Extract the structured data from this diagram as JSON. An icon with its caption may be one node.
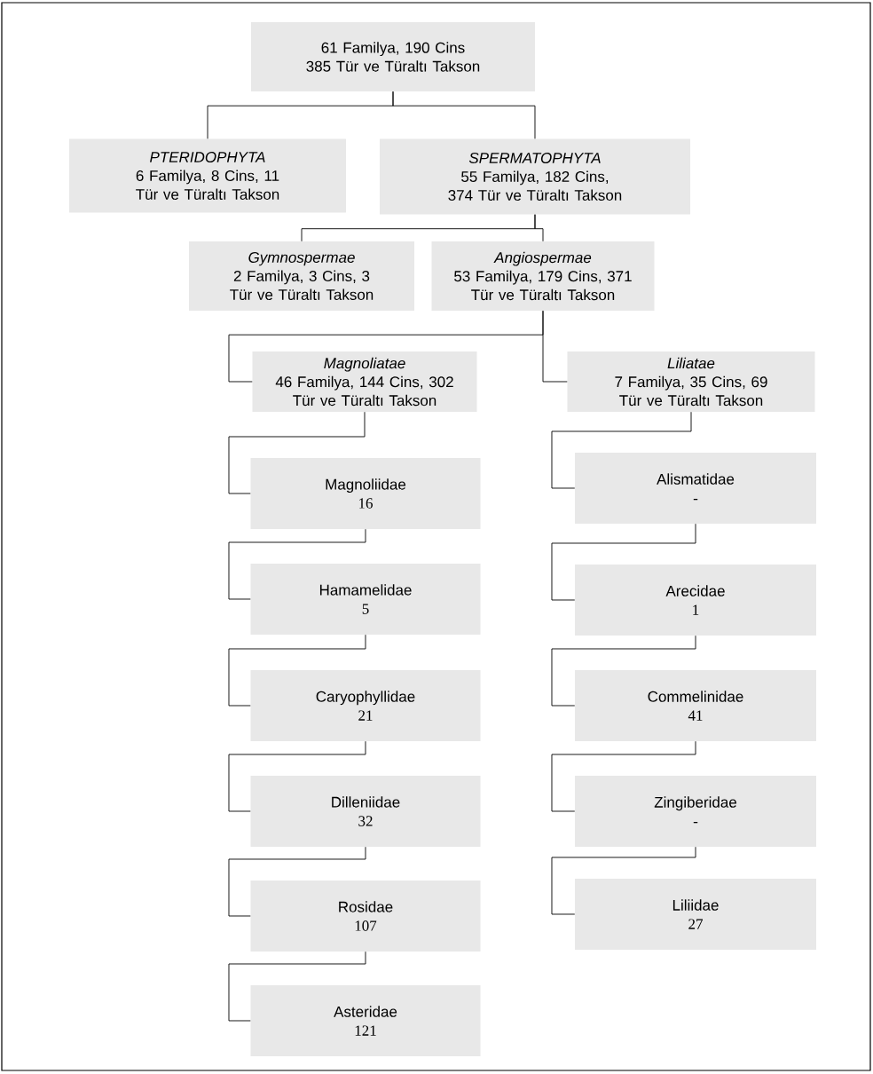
{
  "diagram": {
    "nodes": [
      {
        "text": [
          "61 Familya, 190 Cins",
          "385 Tür ve Türaltı Takson"
        ]
      },
      {
        "text": [
          "PTERIDOPHYTA",
          "6 Familya, 8 Cins, 11 Tür ve Türaltı Takson"
        ]
      },
      {
        "text": [
          "SPERMATOPHYTA",
          "55 Familya, 182 Cins, 374 Tür ve Türaltı Takson"
        ]
      },
      {
        "text": [
          "Gymnospermae",
          "2 Familya, 3 Cins, 3 Tür ve Türaltı Takson"
        ]
      },
      {
        "text": [
          "Angiospermae",
          "53 Familya, 179 Cins, 371 Tür ve Türaltı Takson"
        ]
      },
      {
        "text": [
          "Magnoliatae",
          "46 Familya, 144 Cins, 302 Tür ve Türaltı Takson"
        ]
      },
      {
        "text": [
          "Liliatae",
          "7 Familya, 35 Cins, 69 Tür ve Türaltı Takson"
        ]
      },
      {
        "text": [
          "Magnoliidae",
          "16"
        ]
      },
      {
        "text": [
          "Hamamelidae",
          "5"
        ]
      },
      {
        "text": [
          "Caryophyllidae",
          "21"
        ]
      },
      {
        "text": [
          "Dilleniidae",
          "32"
        ]
      },
      {
        "text": [
          "Rosidae",
          "107"
        ]
      },
      {
        "text": [
          "Asteridae",
          "121"
        ]
      },
      {
        "text": [
          "Alismatidae",
          "-"
        ]
      },
      {
        "text": [
          "Arecidae",
          "1"
        ]
      },
      {
        "text": [
          "Commelinidae",
          "41"
        ]
      },
      {
        "text": [
          "Zingiberidae",
          "-"
        ]
      },
      {
        "text": [
          "Liliidae",
          "27"
        ]
      }
    ],
    "edges": [
      {
        "from": 0,
        "to": 1,
        "arrow": "none"
      },
      {
        "from": 0,
        "to": 2,
        "arrow": "none"
      },
      {
        "from": 2,
        "to": 3,
        "arrow": "none"
      },
      {
        "from": 2,
        "to": 4,
        "arrow": "none"
      },
      {
        "from": 4,
        "to": 5,
        "arrow": "none"
      },
      {
        "from": 4,
        "to": 6,
        "arrow": "none"
      },
      {
        "from": 5,
        "to": 7,
        "arrow": "none"
      },
      {
        "from": 7,
        "to": 8,
        "arrow": "none"
      },
      {
        "from": 8,
        "to": 9,
        "arrow": "none"
      },
      {
        "from": 9,
        "to": 10,
        "arrow": "none"
      },
      {
        "from": 10,
        "to": 11,
        "arrow": "none"
      },
      {
        "from": 11,
        "to": 12,
        "arrow": "none"
      },
      {
        "from": 6,
        "to": 13,
        "arrow": "none"
      },
      {
        "from": 13,
        "to": 14,
        "arrow": "none"
      },
      {
        "from": 14,
        "to": 15,
        "arrow": "none"
      },
      {
        "from": 15,
        "to": 16,
        "arrow": "none"
      },
      {
        "from": 16,
        "to": 17,
        "arrow": "none"
      }
    ]
  }
}
